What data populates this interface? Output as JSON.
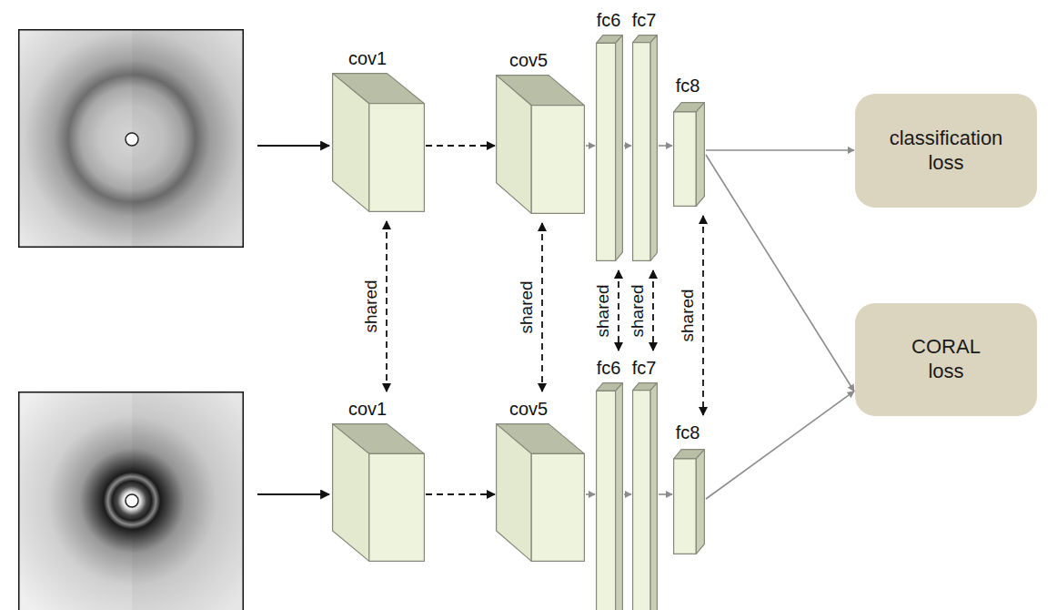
{
  "diagram": {
    "nodes": [
      {
        "text": [
          "cov1"
        ]
      },
      {
        "text": [
          "cov5"
        ]
      },
      {
        "text": [
          "fc6"
        ]
      },
      {
        "text": [
          "fc7"
        ]
      },
      {
        "text": [
          "fc8"
        ]
      },
      {
        "text": [
          "classification loss"
        ]
      },
      {
        "text": [
          "CORAL loss"
        ]
      },
      {
        "text": [
          "cov1"
        ]
      },
      {
        "text": [
          "cov5"
        ]
      },
      {
        "text": [
          "fc6"
        ]
      },
      {
        "text": [
          "fc7"
        ]
      },
      {
        "text": [
          "fc8"
        ]
      }
    ],
    "edges": [
      {
        "from": 0,
        "to": 1,
        "arrow": "to"
      },
      {
        "from": 1,
        "to": 2,
        "arrow": "to"
      },
      {
        "from": 2,
        "to": 3,
        "arrow": "to"
      },
      {
        "from": 3,
        "to": 4,
        "arrow": "to"
      },
      {
        "from": 4,
        "to": 5,
        "arrow": "to"
      },
      {
        "from": 4,
        "to": 6,
        "arrow": "to"
      },
      {
        "from": 7,
        "to": 8,
        "arrow": "to"
      },
      {
        "from": 8,
        "to": 9,
        "arrow": "to"
      },
      {
        "from": 9,
        "to": 10,
        "arrow": "to"
      },
      {
        "from": 10,
        "to": 11,
        "arrow": "to"
      },
      {
        "from": 11,
        "to": 6,
        "arrow": "to"
      },
      {
        "from": 0,
        "to": 7,
        "label": "shared",
        "arrow": "both"
      },
      {
        "from": 1,
        "to": 8,
        "label": "shared",
        "arrow": "both"
      },
      {
        "from": 2,
        "to": 9,
        "label": "shared",
        "arrow": "both"
      },
      {
        "from": 3,
        "to": 10,
        "label": "shared",
        "arrow": "both"
      },
      {
        "from": 4,
        "to": 11,
        "label": "shared",
        "arrow": "both"
      }
    ]
  }
}
